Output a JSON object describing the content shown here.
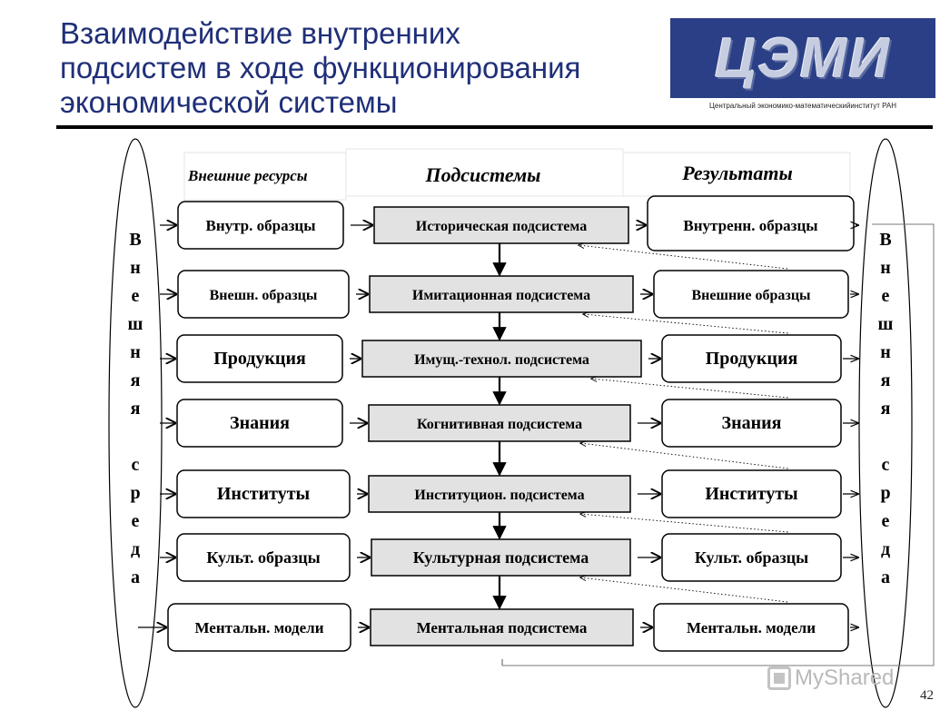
{
  "title": "Взаимодействие внутренних\nподсистем в ходе функционирования\nэкономической системы",
  "logo": {
    "text": "ЦЭМИ",
    "caption": "Центральный экономико-математическийинститут РАН"
  },
  "headers": {
    "resources": "Внешние ресурсы",
    "subsystems": "Подсистемы",
    "results": "Результаты"
  },
  "environment_left": [
    "В",
    "н",
    "е",
    "ш",
    "н",
    "я",
    "я",
    "",
    "с",
    "р",
    "е",
    "д",
    "а"
  ],
  "environment_right": [
    "В",
    "н",
    "е",
    "ш",
    "н",
    "я",
    "я",
    "",
    "с",
    "р",
    "е",
    "д",
    "а"
  ],
  "rows": [
    {
      "resource": "Внутр. образцы",
      "subsystem": "Историческая подсистема",
      "result": "Внутренн. образцы"
    },
    {
      "resource": "Внешн. образцы",
      "subsystem": "Имитационная подсистема",
      "result": "Внешние образцы"
    },
    {
      "resource": "Продукция",
      "subsystem": "Имущ.-технол. подсистема",
      "result": "Продукция"
    },
    {
      "resource": "Знания",
      "subsystem": "Когнитивная подсистема",
      "result": "Знания"
    },
    {
      "resource": "Институты",
      "subsystem": "Институцион. подсистема",
      "result": "Институты"
    },
    {
      "resource": "Культ. образцы",
      "subsystem": "Культурная подсистема",
      "result": "Культ. образцы"
    },
    {
      "resource": "Ментальн. модели",
      "subsystem": "Ментальная подсистема",
      "result": "Ментальн. модели"
    }
  ],
  "page_number": "42",
  "watermark": "MyShared",
  "colors": {
    "title": "#1f2f78",
    "subsystem_fill": "#e2e2e2",
    "box_fill": "#ffffff",
    "logo_bg": "#2a3f86"
  }
}
